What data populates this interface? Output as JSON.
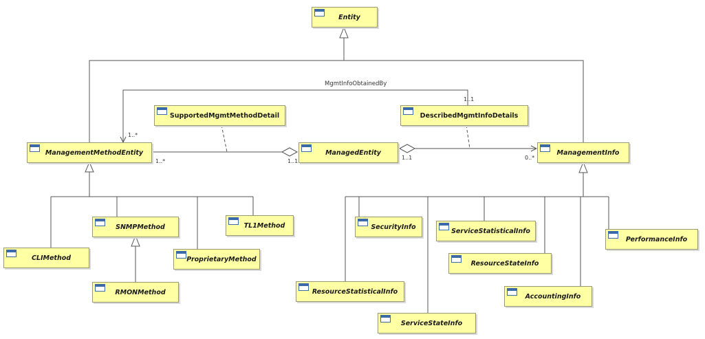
{
  "diagram": {
    "classes": {
      "entity": "Entity",
      "management_method_entity": "ManagementMethodEntity",
      "managed_entity": "ManagedEntity",
      "management_info": "ManagementInfo",
      "supported_mgmt_method_detail": "SupportedMgmtMethodDetail",
      "described_mgmt_info_details": "DescribedMgmtInfoDetails",
      "snmp_method": "SNMPMethod",
      "tl1_method": "TL1Method",
      "cli_method": "CLIMethod",
      "proprietary_method": "ProprietaryMethod",
      "rmon_method": "RMONMethod",
      "security_info": "SecurityInfo",
      "service_statistical_info": "ServiceStatisticalInfo",
      "performance_info": "PerformanceInfo",
      "resource_state_info": "ResourceStateInfo",
      "resource_statistical_info": "ResourceStatisticalInfo",
      "accounting_info": "AccountingInfo",
      "service_state_info": "ServiceStateInfo"
    },
    "association_name": "MgmtInfoObtainedBy",
    "multiplicities": {
      "obtained_by_source": "1..1",
      "obtained_by_target": "1..*",
      "method_end": "1..*",
      "managed_left": "1..1",
      "managed_right": "1..1",
      "info_end": "0..*"
    }
  }
}
